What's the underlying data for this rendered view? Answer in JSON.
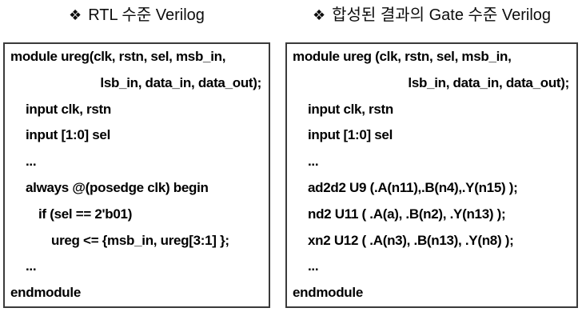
{
  "titles": {
    "left": {
      "bullet": "❖",
      "text": "RTL 수준 Verilog"
    },
    "right": {
      "bullet": "❖",
      "text": "합성된 결과의 Gate 수준 Verilog"
    }
  },
  "code": {
    "left": {
      "lines": [
        "module ureg(clk, rstn, sel, msb_in,",
        "lsb_in, data_in, data_out);",
        "input clk, rstn",
        "input [1:0] sel",
        "...",
        "always @(posedge clk) begin",
        "if (sel == 2'b01)",
        "ureg <= {msb_in, ureg[3:1] };",
        "...",
        "endmodule"
      ]
    },
    "right": {
      "lines": [
        "module ureg (clk, rstn, sel, msb_in,",
        "lsb_in, data_in, data_out);",
        "input clk, rstn",
        "input [1:0] sel",
        "...",
        "ad2d2 U9 (.A(n11),.B(n4),.Y(n15) );",
        "nd2 U11 ( .A(a), .B(n2), .Y(n13) );",
        "xn2 U12 ( .A(n3), .B(n13), .Y(n8) );",
        "...",
        "endmodule"
      ]
    }
  },
  "colors": {
    "text": "#000000",
    "border": "#3a3a3a",
    "background": "#ffffff"
  }
}
